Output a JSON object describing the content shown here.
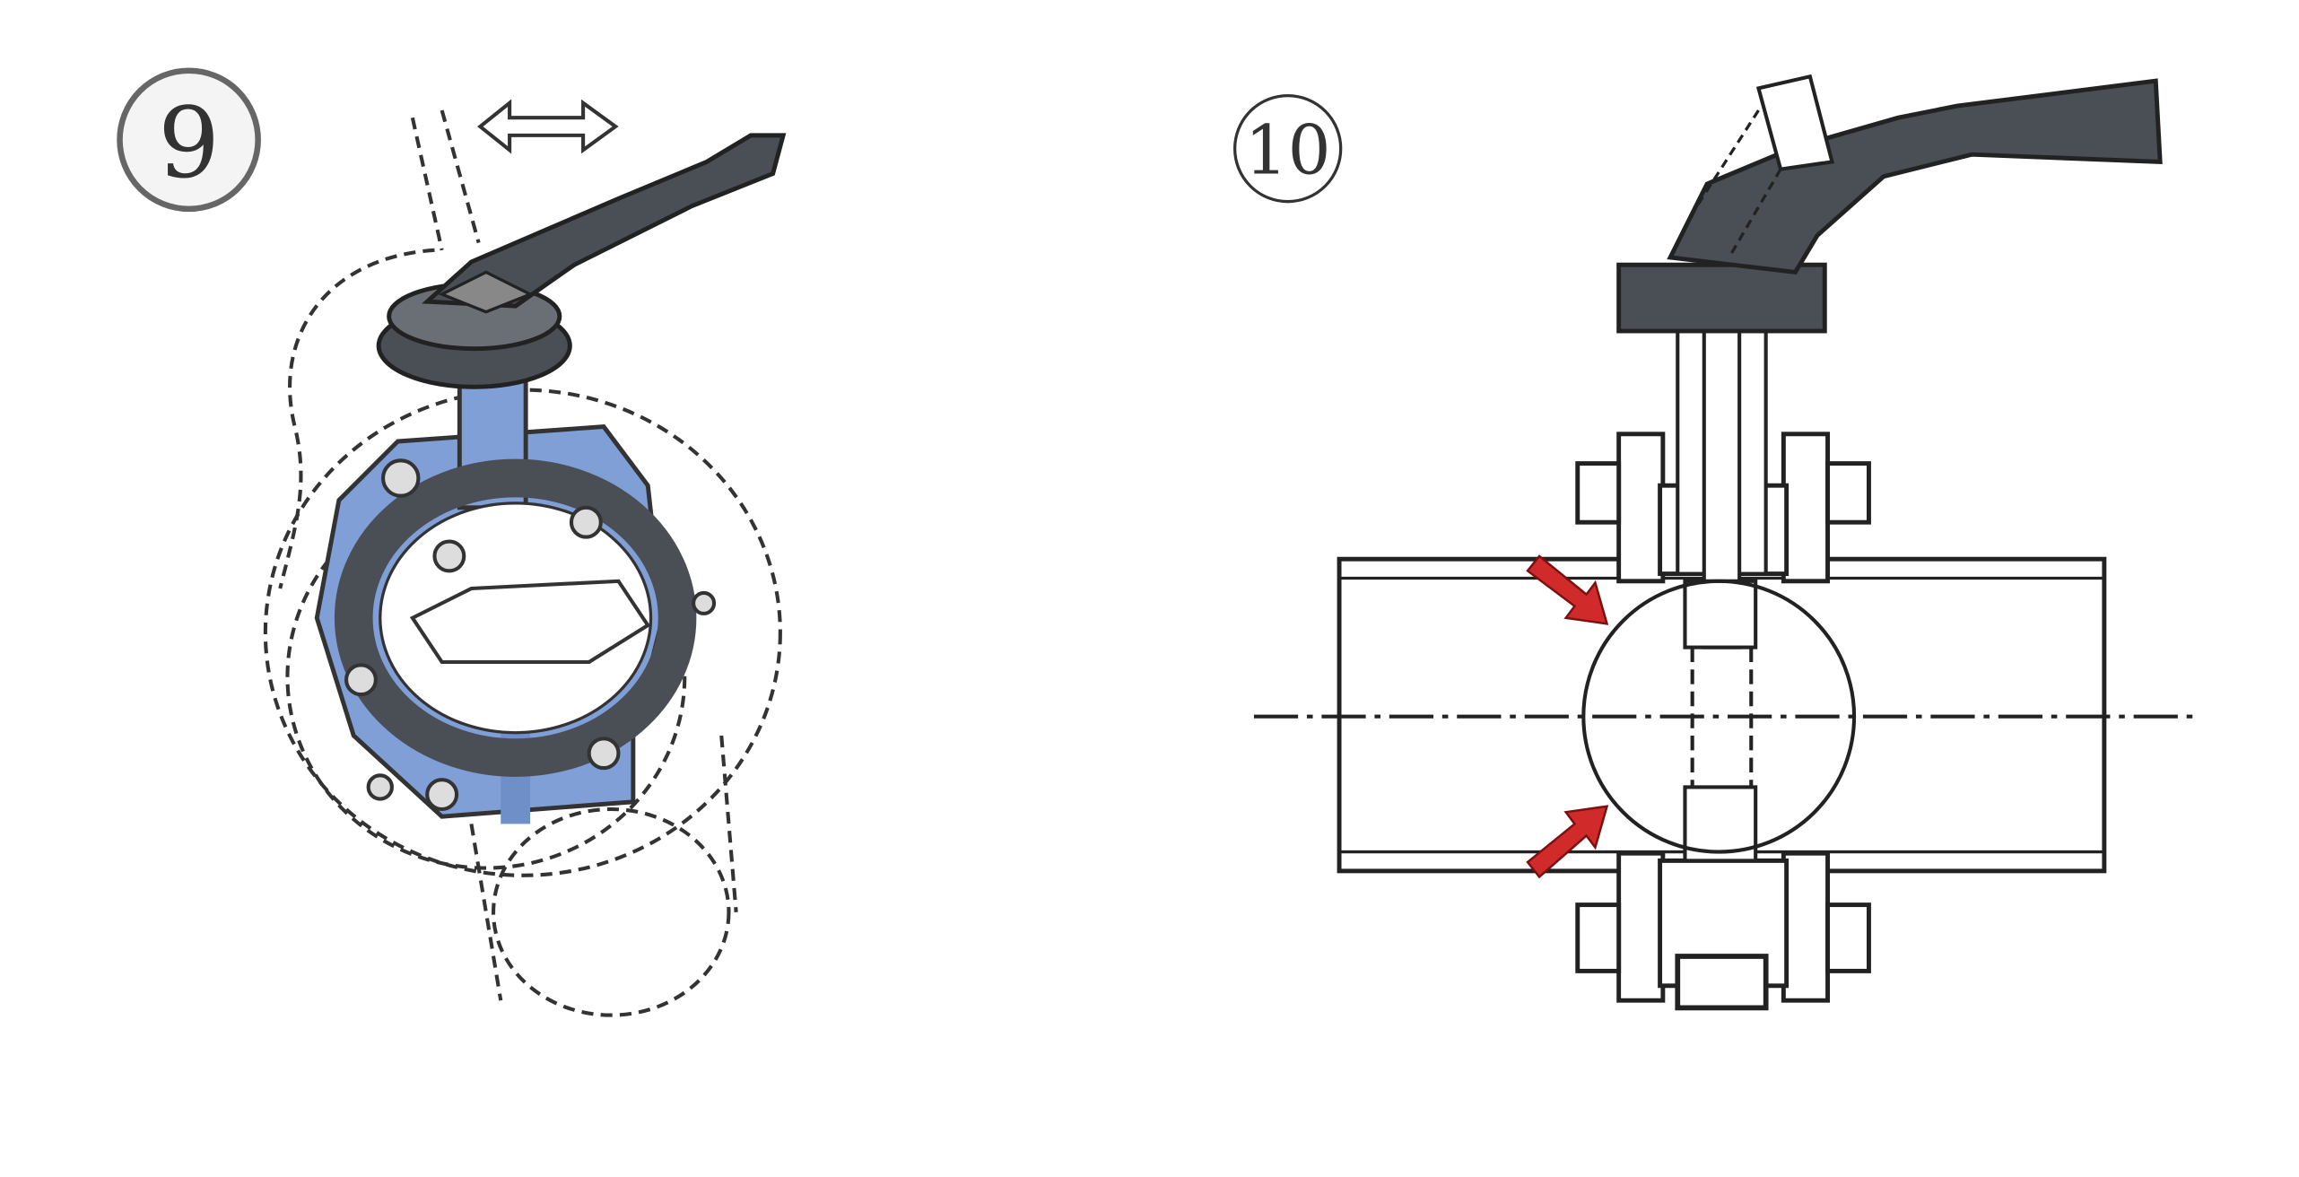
{
  "steps": [
    {
      "number": "9",
      "label": "⑨"
    },
    {
      "number": "10",
      "label": "⑩"
    }
  ],
  "colors": {
    "body_blue": "#7f9fd6",
    "handle_gray": "#4a4e55",
    "arrow_red": "#d12a2a",
    "line": "#222222"
  }
}
